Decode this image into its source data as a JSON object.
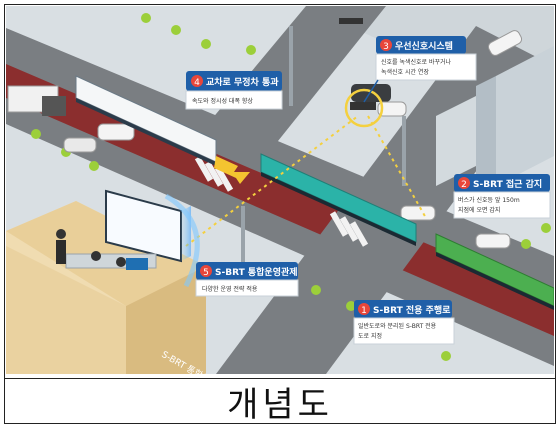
{
  "callouts": [
    {
      "number": "1",
      "title": "S-BRT 전용 주행로",
      "lines": [
        "일반도로와 분리된 S-BRT 전용",
        "도로 지정"
      ]
    },
    {
      "number": "2",
      "title": "S-BRT 접근 감지",
      "lines": [
        "버스가 신호등 앞 150m",
        "지점에 오면 감지"
      ]
    },
    {
      "number": "3",
      "title": "우선신호시스템",
      "lines": [
        "신호를 녹색신호로 바꾸거나",
        "녹색신호 시간 연장"
      ]
    },
    {
      "number": "4",
      "title": "교차로 무정차 통과",
      "lines": [
        "속도와 정시성 대폭 향상"
      ]
    },
    {
      "number": "5",
      "title": "S-BRT 통합운영관제",
      "lines": [
        "다양한 운영 전략 적용"
      ]
    }
  ],
  "center_label": "S-BRT 통합운영관제센터",
  "caption": "개념도",
  "colors": {
    "callout_bg": "#1f5fa8",
    "badge": "#e8463a",
    "lane": "#8b2e2e",
    "bus_green": "#4caf50",
    "bus_teal": "#2bb3a8"
  }
}
